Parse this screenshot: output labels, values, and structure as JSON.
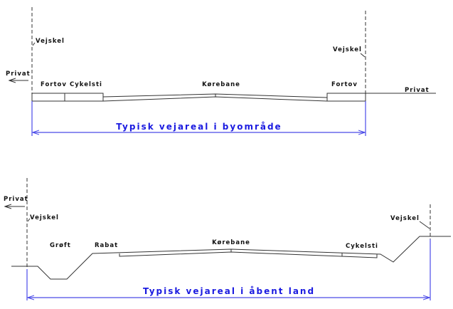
{
  "top_section": {
    "boundary_label_left": "Vejskel",
    "boundary_label_right": "Vejskel",
    "private_left": "Privat",
    "private_right": "Privat",
    "sidewalk_left": "Fortov",
    "bike_path": "Cykelsti",
    "carriageway": "Kørebane",
    "sidewalk_right": "Fortov",
    "dimension_label": "Typisk vejareal i byområde"
  },
  "bottom_section": {
    "private_left": "Privat",
    "boundary_label_left": "Vejskel",
    "boundary_label_right": "Vejskel",
    "ditch": "Grøft",
    "verge": "Rabat",
    "carriageway": "Kørebane",
    "bike_path": "Cykelsti",
    "dimension_label": "Typisk vejareal i åbent land"
  },
  "colors": {
    "dimension": "#1a1ae0",
    "lines": "#333333"
  }
}
